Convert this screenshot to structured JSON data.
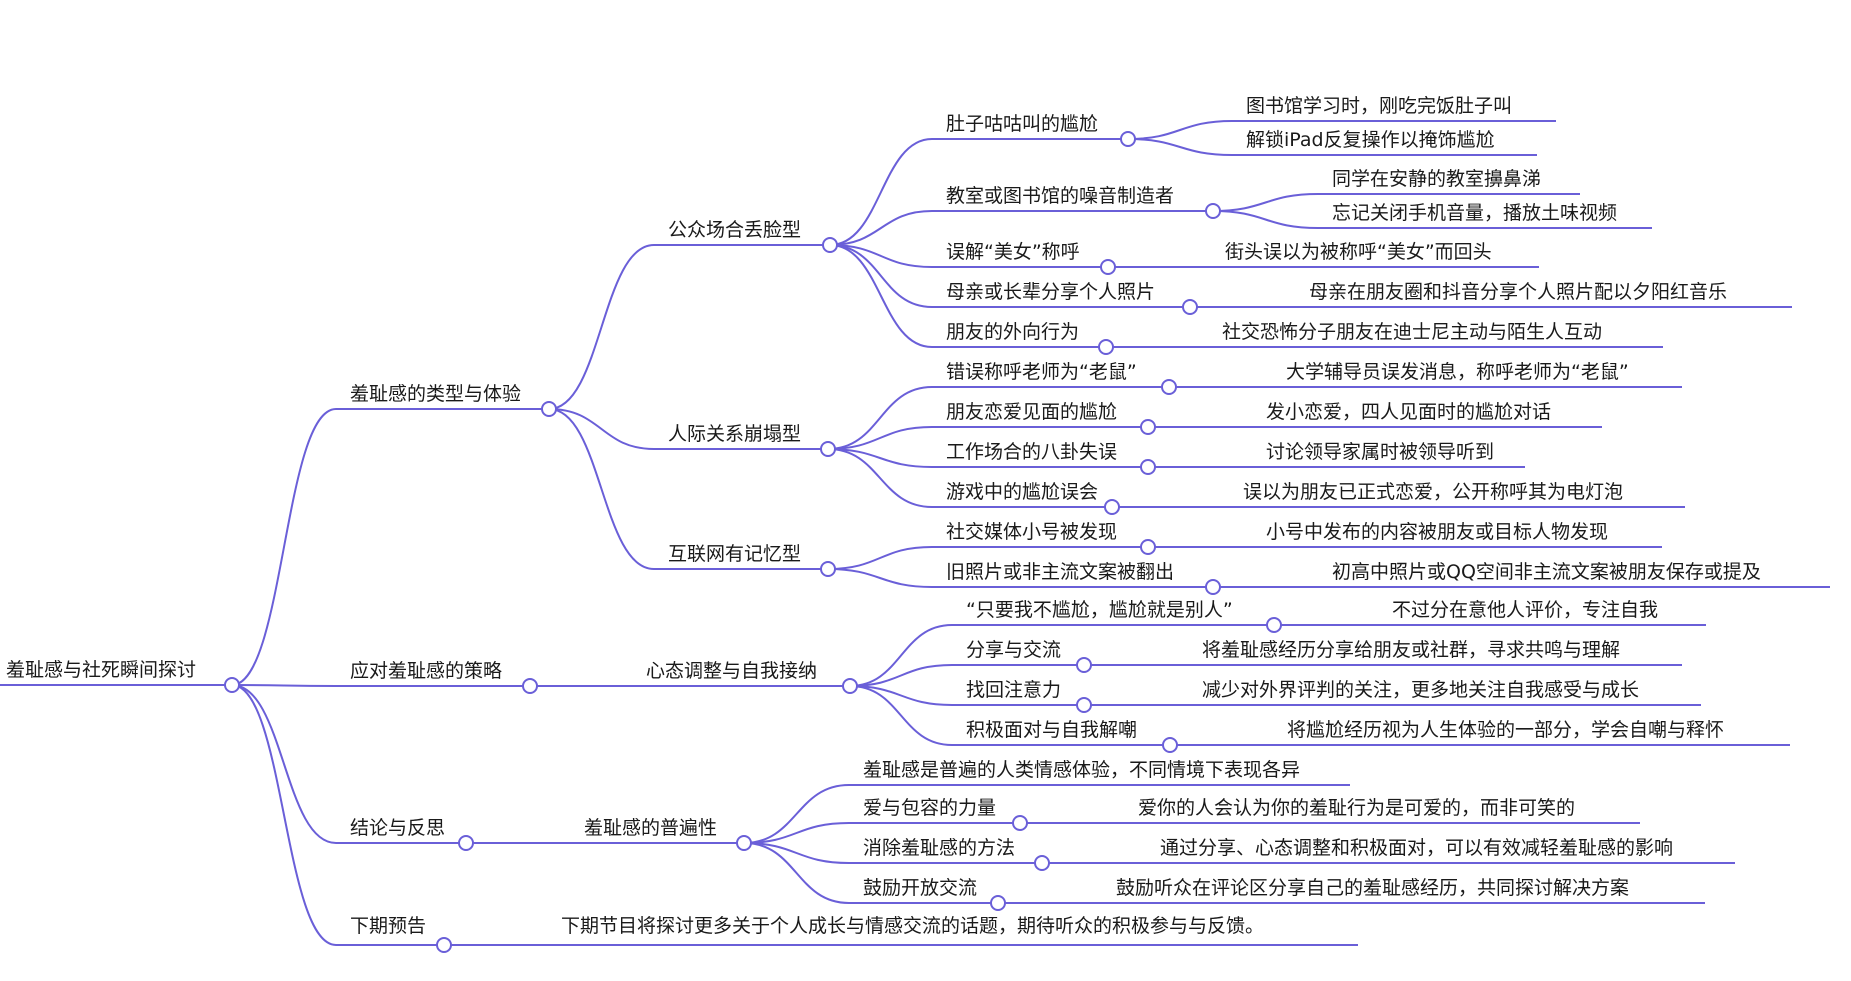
{
  "colors": {
    "line": "#6a5fd8",
    "text": "#1a1a1a",
    "background": "#ffffff"
  },
  "root": {
    "label": "羞耻感与社死瞬间探讨",
    "children": [
      {
        "label": "羞耻感的类型与体验",
        "children": [
          {
            "label": "公众场合丢脸型",
            "children": [
              {
                "label": "肚子咕咕叫的尴尬",
                "children": [
                  {
                    "label": "图书馆学习时，刚吃完饭肚子叫"
                  },
                  {
                    "label": "解锁iPad反复操作以掩饰尴尬"
                  }
                ]
              },
              {
                "label": "教室或图书馆的噪音制造者",
                "children": [
                  {
                    "label": "同学在安静的教室擤鼻涕"
                  },
                  {
                    "label": "忘记关闭手机音量，播放土味视频"
                  }
                ]
              },
              {
                "label": "误解“美女”称呼",
                "children": [
                  {
                    "label": "街头误以为被称呼“美女”而回头"
                  }
                ]
              },
              {
                "label": "母亲或长辈分享个人照片",
                "children": [
                  {
                    "label": "母亲在朋友圈和抖音分享个人照片配以夕阳红音乐"
                  }
                ]
              },
              {
                "label": "朋友的外向行为",
                "children": [
                  {
                    "label": "社交恐怖分子朋友在迪士尼主动与陌生人互动"
                  }
                ]
              }
            ]
          },
          {
            "label": "人际关系崩塌型",
            "children": [
              {
                "label": "错误称呼老师为“老鼠”",
                "children": [
                  {
                    "label": "大学辅导员误发消息，称呼老师为“老鼠”"
                  }
                ]
              },
              {
                "label": "朋友恋爱见面的尴尬",
                "children": [
                  {
                    "label": "发小恋爱，四人见面时的尴尬对话"
                  }
                ]
              },
              {
                "label": "工作场合的八卦失误",
                "children": [
                  {
                    "label": "讨论领导家属时被领导听到"
                  }
                ]
              },
              {
                "label": "游戏中的尴尬误会",
                "children": [
                  {
                    "label": "误以为朋友已正式恋爱，公开称呼其为电灯泡"
                  }
                ]
              }
            ]
          },
          {
            "label": "互联网有记忆型",
            "children": [
              {
                "label": "社交媒体小号被发现",
                "children": [
                  {
                    "label": "小号中发布的内容被朋友或目标人物发现"
                  }
                ]
              },
              {
                "label": "旧照片或非主流文案被翻出",
                "children": [
                  {
                    "label": "初高中照片或QQ空间非主流文案被朋友保存或提及"
                  }
                ]
              }
            ]
          }
        ]
      },
      {
        "label": "应对羞耻感的策略",
        "children": [
          {
            "label": "心态调整与自我接纳",
            "children": [
              {
                "label": "“只要我不尴尬，尴尬就是别人”",
                "children": [
                  {
                    "label": "不过分在意他人评价，专注自我"
                  }
                ]
              },
              {
                "label": "分享与交流",
                "children": [
                  {
                    "label": "将羞耻感经历分享给朋友或社群，寻求共鸣与理解"
                  }
                ]
              },
              {
                "label": "找回注意力",
                "children": [
                  {
                    "label": "减少对外界评判的关注，更多地关注自我感受与成长"
                  }
                ]
              },
              {
                "label": "积极面对与自我解嘲",
                "children": [
                  {
                    "label": "将尴尬经历视为人生体验的一部分，学会自嘲与释怀"
                  }
                ]
              }
            ]
          }
        ]
      },
      {
        "label": "结论与反思",
        "children": [
          {
            "label": "羞耻感的普遍性",
            "children": [
              {
                "label": "羞耻感是普遍的人类情感体验，不同情境下表现各异"
              },
              {
                "label": "爱与包容的力量",
                "children": [
                  {
                    "label": "爱你的人会认为你的羞耻行为是可爱的，而非可笑的"
                  }
                ]
              },
              {
                "label": "消除羞耻感的方法",
                "children": [
                  {
                    "label": "通过分享、心态调整和积极面对，可以有效减轻羞耻感的影响"
                  }
                ]
              },
              {
                "label": "鼓励开放交流",
                "children": [
                  {
                    "label": "鼓励听众在评论区分享自己的羞耻感经历，共同探讨解决方案"
                  }
                ]
              }
            ]
          }
        ]
      },
      {
        "label": "下期预告",
        "children": [
          {
            "label": "下期节目将探讨更多关于个人成长与情感交流的话题，期待听众的积极参与与反馈。"
          }
        ]
      }
    ]
  }
}
